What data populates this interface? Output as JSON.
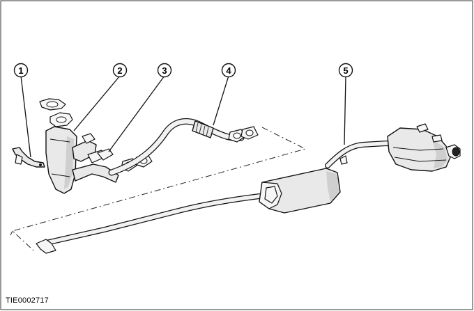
{
  "figure": {
    "reference_code": "TIE0002717",
    "callouts": [
      {
        "number": "1"
      },
      {
        "number": "2"
      },
      {
        "number": "3"
      },
      {
        "number": "4"
      },
      {
        "number": "5"
      }
    ]
  }
}
